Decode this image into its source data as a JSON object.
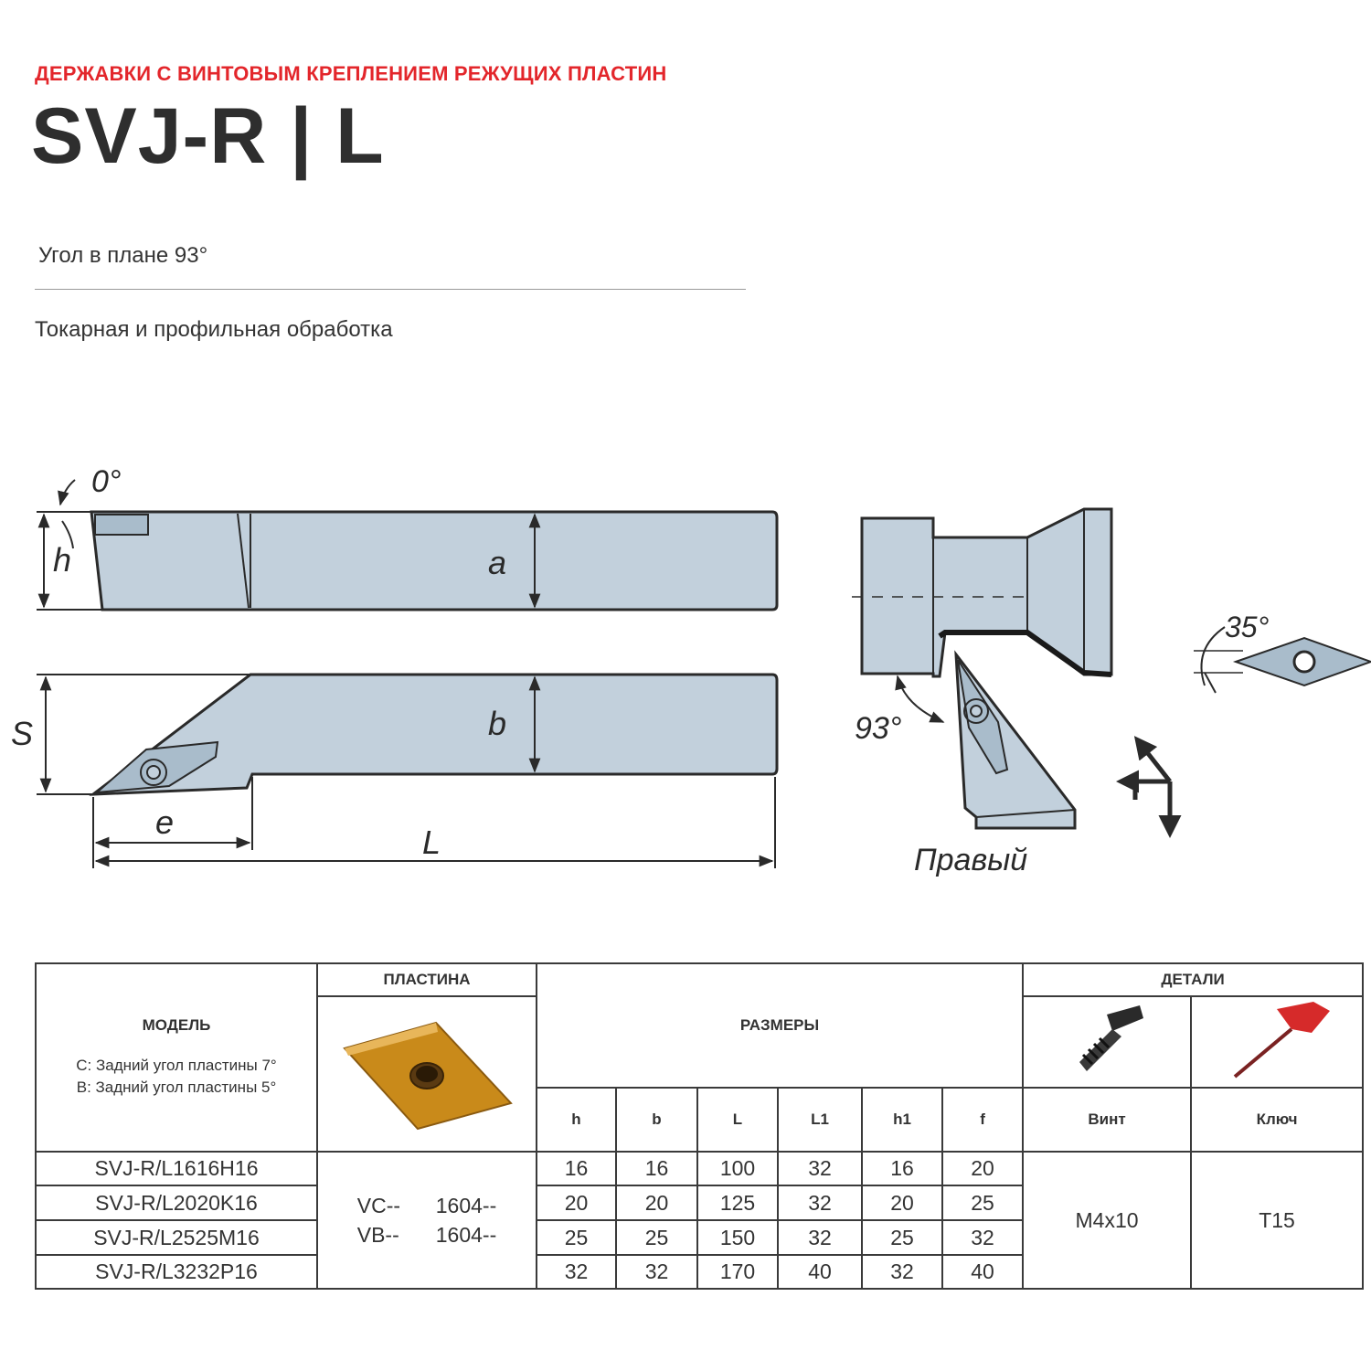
{
  "header": {
    "category": "ДЕРЖАВКИ С ВИНТОВЫМ КРЕПЛЕНИЕМ РЕЖУЩИХ ПЛАСТИН",
    "title": "SVJ-R | L",
    "angle_text": "Угол в плане 93°",
    "usage_text": "Токарная и профильная обработка"
  },
  "drawing": {
    "rake_angle": "0°",
    "dim_h": "h",
    "dim_a": "a",
    "dim_s": "S",
    "dim_b": "b",
    "dim_e": "e",
    "dim_L": "L",
    "approach_angle": "93°",
    "insert_angle": "35°",
    "hand_label": "Правый",
    "colors": {
      "body": "#c2d0dc",
      "insert": "#a9bccb",
      "outline": "#2a2a2a"
    }
  },
  "table": {
    "model_header": "МОДЕЛЬ",
    "model_note_1": "C: Задний угол пластины 7°",
    "model_note_2": "B: Задний угол пластины 5°",
    "insert_header": "ПЛАСТИНА",
    "dimensions_header": "РАЗМЕРЫ",
    "parts_header": "ДЕТАЛИ",
    "columns": [
      "h",
      "b",
      "L",
      "L1",
      "h1",
      "f"
    ],
    "screw_header": "Винт",
    "key_header": "Ключ",
    "insert_line_1a": "VC--",
    "insert_line_1b": "1604--",
    "insert_line_2a": "VB--",
    "insert_line_2b": "1604--",
    "screw_value": "M4x10",
    "key_value": "T15",
    "rows": [
      {
        "model": "SVJ-R/L1616H16",
        "h": "16",
        "b": "16",
        "L": "100",
        "L1": "32",
        "h1": "16",
        "f": "20"
      },
      {
        "model": "SVJ-R/L2020K16",
        "h": "20",
        "b": "20",
        "L": "125",
        "L1": "32",
        "h1": "20",
        "f": "25"
      },
      {
        "model": "SVJ-R/L2525M16",
        "h": "25",
        "b": "25",
        "L": "150",
        "L1": "32",
        "h1": "25",
        "f": "32"
      },
      {
        "model": "SVJ-R/L3232P16",
        "h": "32",
        "b": "32",
        "L": "170",
        "L1": "40",
        "h1": "32",
        "f": "40"
      }
    ]
  }
}
